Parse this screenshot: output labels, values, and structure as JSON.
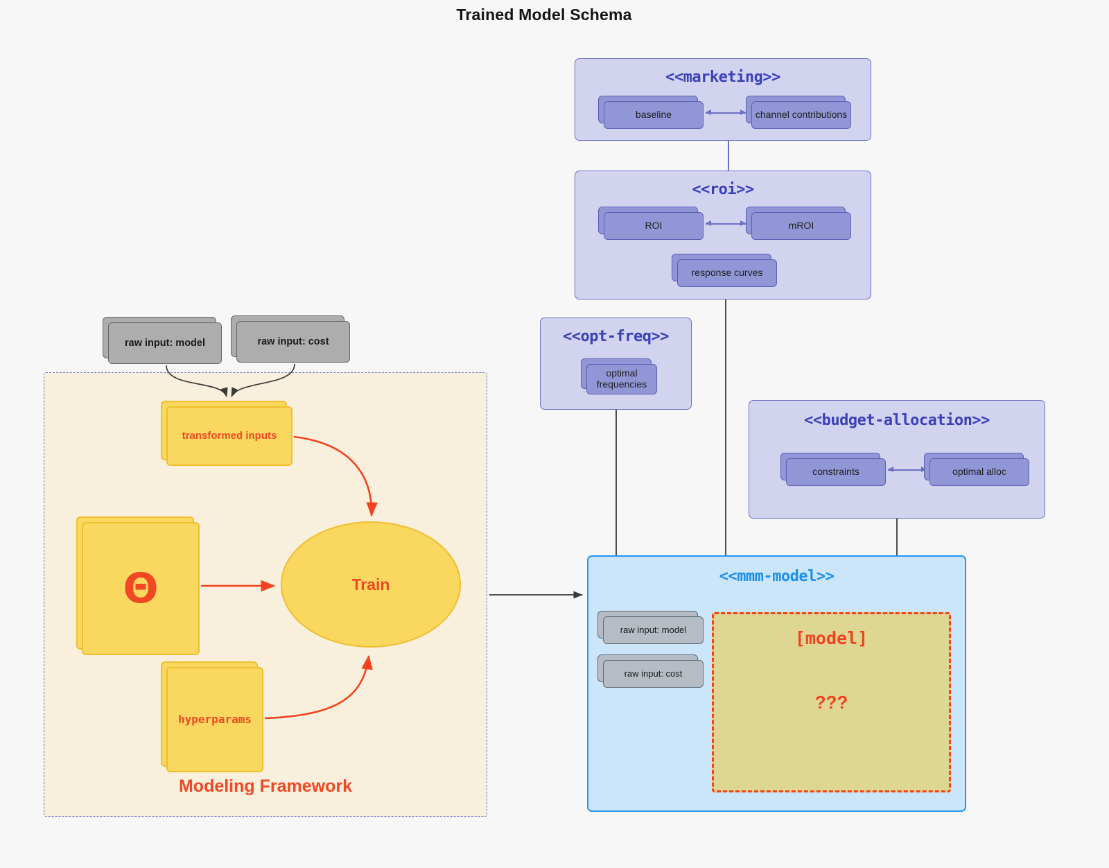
{
  "title": "Trained Model Schema",
  "packages": {
    "marketing": {
      "title": "<<marketing>>",
      "nodes": [
        {
          "label": "baseline"
        },
        {
          "label": "channel contributions"
        }
      ]
    },
    "roi": {
      "title": "<<roi>>",
      "nodes": [
        {
          "label": "ROI"
        },
        {
          "label": "mROI"
        },
        {
          "label": "response curves"
        }
      ]
    },
    "opt_freq": {
      "title": "<<opt-freq>>",
      "nodes": [
        {
          "label": "optimal\nfrequencies"
        }
      ]
    },
    "budget_allocation": {
      "title": "<<budget-allocation>>",
      "nodes": [
        {
          "label": "constraints"
        },
        {
          "label": "optimal alloc"
        }
      ]
    },
    "mmm_model": {
      "title": "<<mmm-model>>",
      "inputs": [
        {
          "label": "raw input: model"
        },
        {
          "label": "raw input: cost"
        }
      ],
      "model_region": {
        "title": "[model]",
        "unknown": "???"
      }
    }
  },
  "framework": {
    "label": "Modeling Framework",
    "raw_inputs": [
      {
        "label": "raw input: model"
      },
      {
        "label": "raw input: cost"
      }
    ],
    "transformed_inputs": {
      "label": "transformed inputs"
    },
    "theta": {
      "glyph": "Θ"
    },
    "hyperparams": {
      "label": "hyperparams"
    },
    "train": {
      "label": "Train"
    }
  },
  "colors": {
    "background": "#f7f7f7",
    "package_fill": "#d2d3ee",
    "package_border": "#6b70c4",
    "package_title": "#3a40b8",
    "node_purple_fill": "#9197d6",
    "node_purple_border": "#5a5fb4",
    "node_gray_fill": "#adadad",
    "node_gray_border": "#666666",
    "mmm_fill": "#cbe5fa",
    "mmm_border": "#2096f3",
    "mmm_title": "#1d8fe8",
    "framework_fill": "#f8f0dc",
    "framework_border": "#6b70c4",
    "yellow_fill": "#fad860",
    "yellow_border": "#eebe2e",
    "accent_red": "#ef4823",
    "model_region_fill": "#ddd793",
    "model_region_border": "#f4421f",
    "arrow_dark": "#4d4d4d"
  }
}
